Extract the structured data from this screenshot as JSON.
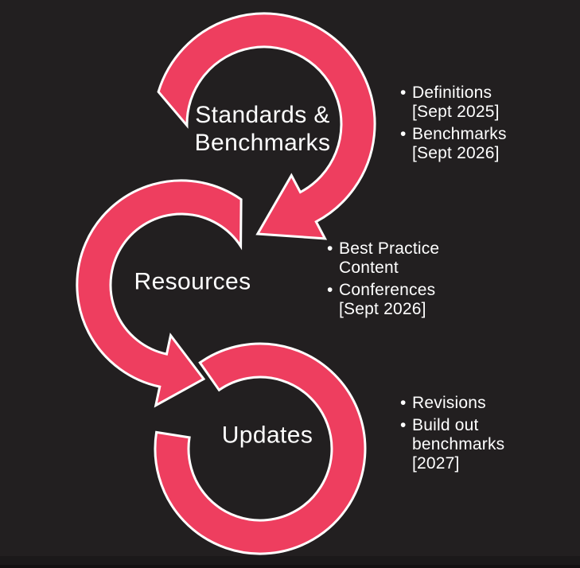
{
  "colors": {
    "background": "#221F20",
    "arrow_fill": "#EE3E5F",
    "arrow_outline": "#FFFFFF",
    "text": "#FFFFFF"
  },
  "bullet_char": "•",
  "steps": [
    {
      "label_lines": [
        "Standards &",
        "Benchmarks"
      ],
      "bullets": [
        {
          "lines": [
            "Definitions",
            "[Sept 2025]"
          ]
        },
        {
          "lines": [
            "Benchmarks",
            "[Sept 2026]"
          ]
        }
      ]
    },
    {
      "label_lines": [
        "Resources"
      ],
      "bullets": [
        {
          "lines": [
            "Best Practice",
            "Content"
          ]
        },
        {
          "lines": [
            "Conferences",
            "[Sept 2026]"
          ]
        }
      ]
    },
    {
      "label_lines": [
        "Updates"
      ],
      "bullets": [
        {
          "lines": [
            "Revisions"
          ]
        },
        {
          "lines": [
            "Build out",
            "benchmarks",
            "[2027]"
          ]
        }
      ]
    }
  ]
}
